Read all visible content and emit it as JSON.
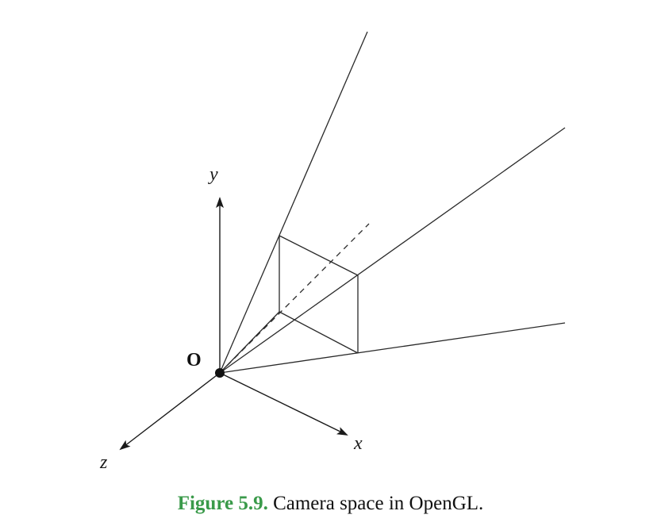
{
  "labels": {
    "y_axis": "y",
    "x_axis": "x",
    "z_axis": "z",
    "origin": "O"
  },
  "caption": {
    "label": "Figure 5.9.",
    "text": " Camera space in OpenGL."
  },
  "colors": {
    "caption_label": "#3a9a4a",
    "lines": "#2a2a2a",
    "text": "#111111"
  }
}
